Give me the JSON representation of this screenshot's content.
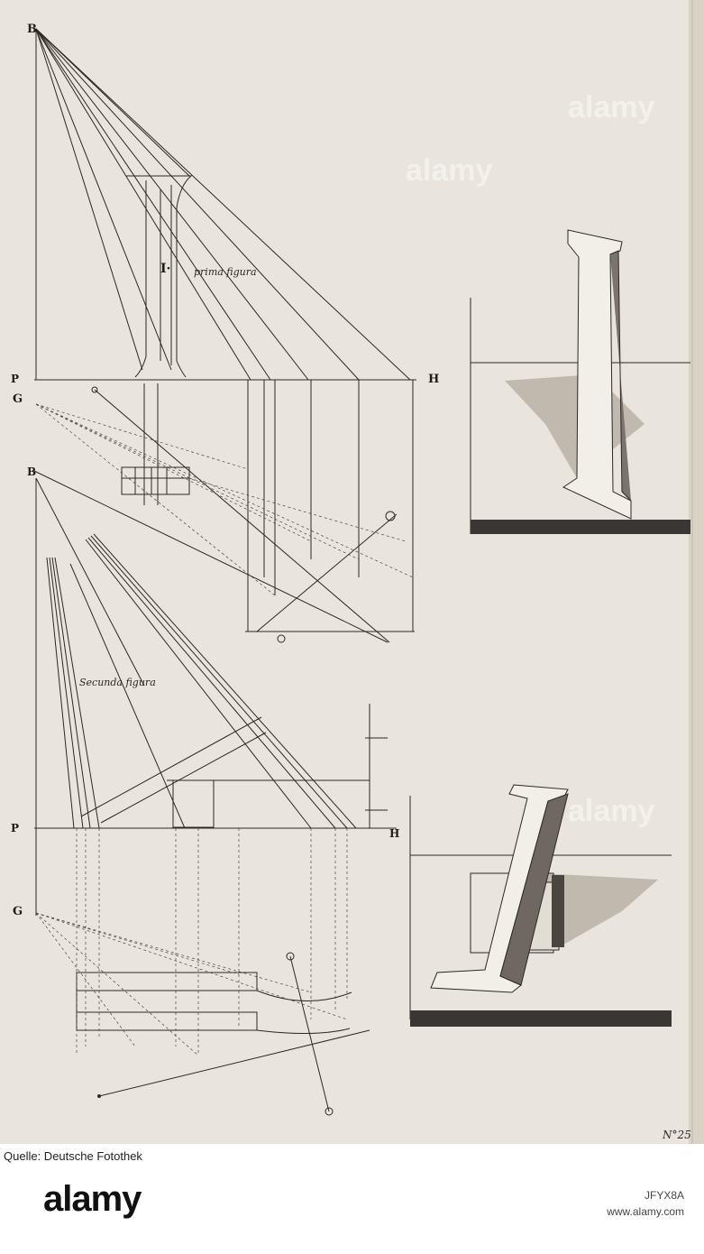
{
  "plate": {
    "labels": {
      "B_top": "B",
      "P_upper": "P",
      "H_upper": "H",
      "G_upper": "G",
      "B_mid": "B",
      "P_lower": "P",
      "H_lower": "H",
      "G_lower": "G",
      "numeral": "I·",
      "prima": "prima figura",
      "secunda": "Secunda figura",
      "plate_no": "N°25"
    }
  },
  "source_credit": "Quelle: Deutsche Fotothek",
  "watermark": {
    "brand": "alamy",
    "image_id": "JFYX8A",
    "site": "www.alamy.com"
  }
}
